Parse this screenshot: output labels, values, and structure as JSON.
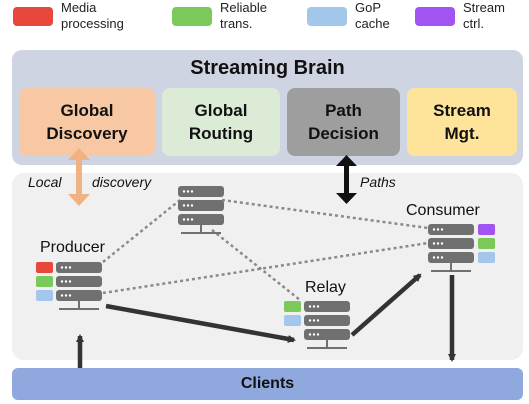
{
  "legend": [
    {
      "label": "Media\nprocessing",
      "color": "#e8473b"
    },
    {
      "label": "Reliable\ntrans.",
      "color": "#7ac95a"
    },
    {
      "label": "GoP\ncache",
      "color": "#a3c7ea"
    },
    {
      "label": "Stream\nctrl.",
      "color": "#a154f2"
    }
  ],
  "brain": {
    "title": "Streaming Brain",
    "modules": [
      {
        "label": "Global\nDiscovery",
        "color": "#f7c8a3"
      },
      {
        "label": "Global\nRouting",
        "color": "#dcebd6"
      },
      {
        "label": "Path\nDecision",
        "color": "#9e9e9e"
      },
      {
        "label": "Stream\nMgt.",
        "color": "#fde49a"
      }
    ]
  },
  "annotations": {
    "local_a": "Local",
    "local_b": "discovery",
    "paths": "Paths"
  },
  "nodes": {
    "producer": "Producer",
    "relay": "Relay",
    "consumer": "Consumer"
  },
  "clients": "Clients"
}
